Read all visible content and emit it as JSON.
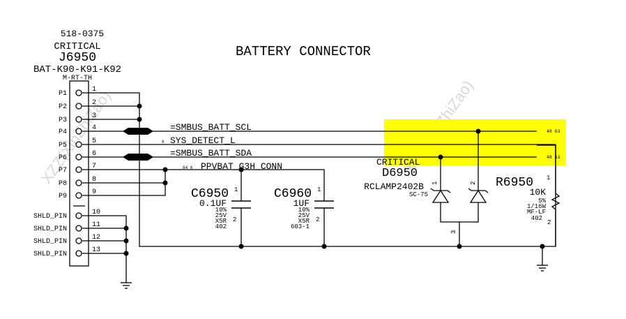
{
  "title": "BATTERY CONNECTOR",
  "colors": {
    "highlight": "#ffff00",
    "wire": "#000000",
    "watermark": "#d8d8d8"
  },
  "watermark": "XZZ(XinZhiZao)",
  "connector": {
    "part_number": "518-0375",
    "critical": "CRITICAL",
    "refdes": "J6950",
    "value": "BAT-K90-K91-K92",
    "footprint": "M-RT-TH",
    "pins": [
      {
        "label": "P1",
        "num": "1"
      },
      {
        "label": "P2",
        "num": "2"
      },
      {
        "label": "P3",
        "num": "3"
      },
      {
        "label": "P4",
        "num": "4"
      },
      {
        "label": "P5",
        "num": "5"
      },
      {
        "label": "P6",
        "num": "6"
      },
      {
        "label": "P7",
        "num": "7"
      },
      {
        "label": "P8",
        "num": "8"
      },
      {
        "label": "P9",
        "num": "9"
      },
      {
        "label": "SHLD_PIN",
        "num": "10"
      },
      {
        "label": "SHLD_PIN",
        "num": "11"
      },
      {
        "label": "SHLD_PIN",
        "num": "12"
      },
      {
        "label": "SHLD_PIN",
        "num": "13"
      }
    ]
  },
  "nets": {
    "scl": {
      "name": "=SMBUS_BATT_SCL",
      "refs": "48 63"
    },
    "sys_detect": {
      "name": "SYS_DETECT_L",
      "page": "6"
    },
    "sda": {
      "name": "=SMBUS_BATT_SDA",
      "refs": "48 63"
    },
    "ppvbat": {
      "name": "PPVBAT_G3H_CONN",
      "pages": "64 6"
    }
  },
  "capacitors": [
    {
      "refdes": "C6950",
      "value": "0.1UF",
      "tol": "10%",
      "volt": "25V",
      "dielectric": "X5R",
      "pkg": "402",
      "pin1": "1",
      "pin2": "2"
    },
    {
      "refdes": "C6960",
      "value": "1UF",
      "tol": "10%",
      "volt": "25V",
      "dielectric": "X5R",
      "pkg": "603-1",
      "pin1": "1",
      "pin2": "2"
    }
  ],
  "diode": {
    "critical": "CRITICAL",
    "refdes": "D6950",
    "value": "RCLAMP2402B",
    "pkg": "SC-75",
    "pin1": "1",
    "pin2": "2",
    "pin3": "3"
  },
  "resistor": {
    "refdes": "R6950",
    "value": "10K",
    "tol": "5%",
    "power": "1/16W",
    "type": "MF-LF",
    "pkg": "402",
    "pin1": "1",
    "pin2": "2"
  }
}
